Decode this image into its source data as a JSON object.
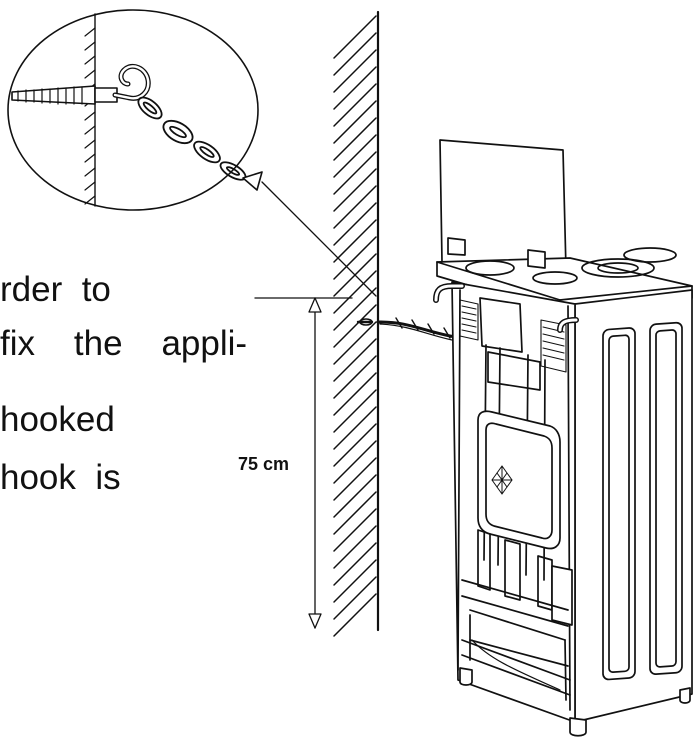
{
  "text_lines": [
    "rder  to",
    "fix    the    appli-",
    "hooked",
    "hook  is"
  ],
  "dimension": {
    "label": "75 cm"
  },
  "colors": {
    "ink": "#111111",
    "background": "#ffffff"
  }
}
